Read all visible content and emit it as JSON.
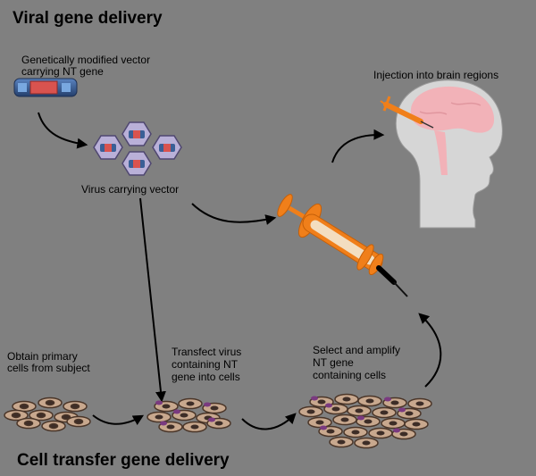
{
  "titles": {
    "viral": "Viral gene  delivery",
    "cell_transfer": "Cell transfer gene delivery"
  },
  "labels": {
    "vector_line1": "Genetically modified vector",
    "vector_line2": "carrying NT gene",
    "virus": "Virus carrying vector",
    "injection": "Injection into brain regions",
    "obtain_line1": "Obtain primary",
    "obtain_line2": "cells from subject",
    "transfect_line1": "Transfect virus",
    "transfect_line2": "containing NT",
    "transfect_line3": "gene into cells",
    "select_line1": "Select and amplify",
    "select_line2": "NT gene",
    "select_line3": "containing cells"
  },
  "colors": {
    "background": "#808080",
    "vector_blue": "#3a5f96",
    "vector_red": "#d9534f",
    "capsid_purple": "#b9b0d8",
    "syringe_orange": "#f07f1a",
    "head_gray": "#d6d6d6",
    "brain_pink": "#f2b2b8",
    "cell_tan": "#c8a88e",
    "nucleus_dark": "#3d2d27",
    "transfected_purple": "#7a3a80"
  }
}
